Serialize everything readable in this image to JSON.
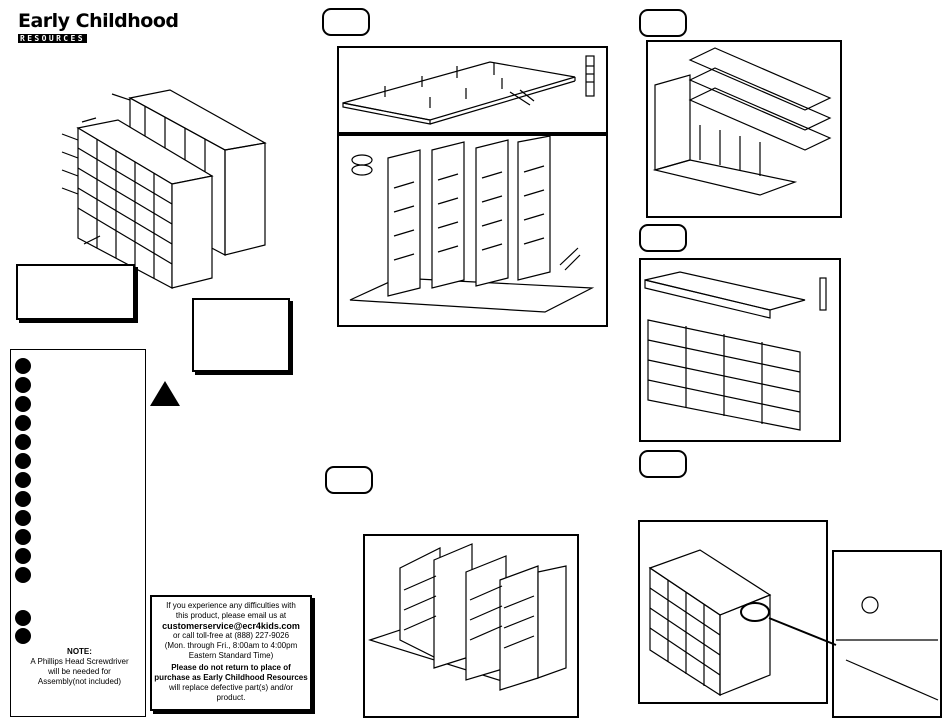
{
  "brand": {
    "line1": "Early Childhood",
    "line2": "RESOURCES"
  },
  "help": {
    "line1": "If you experience any difficulties with",
    "line2": "this product, please email us at",
    "email": "customerservice@ecr4kids.com",
    "line3": "or call toll-free at (888) 227-9026",
    "line4": "(Mon. through Fri., 8:00am to 4:00pm",
    "line5": "Eastern Standard Time)",
    "bold1": "Please do not return to place of",
    "bold2": "purchase as Early Childhood Resources",
    "line6": "will replace defective part(s) and/or",
    "line7": "product."
  },
  "note": {
    "title": "NOTE:",
    "line1": "A Phillips Head Screwdriver",
    "line2": "will be needed for",
    "line3": "Assembly(not included)"
  }
}
